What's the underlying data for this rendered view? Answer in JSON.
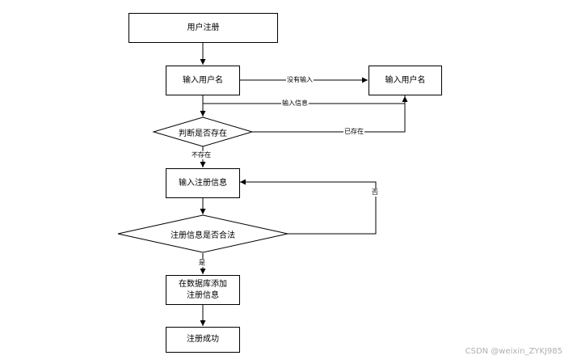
{
  "nodes": {
    "register": "用户注册",
    "input_username": "输入用户名",
    "input_username_right": "输入用户名",
    "check_exists": "判断是否存在",
    "input_info": "输入注册信息",
    "check_valid": "注册信息是否合法",
    "db_add": "在数据库添加\n注册信息",
    "success": "注册成功"
  },
  "edges": {
    "no_input": "没有输入",
    "input_info": "输入信息",
    "exists": "已存在",
    "not_exists": "不存在",
    "no": "否",
    "yes": "是"
  },
  "watermark": "CSDN @weixin_ZYKJ985"
}
